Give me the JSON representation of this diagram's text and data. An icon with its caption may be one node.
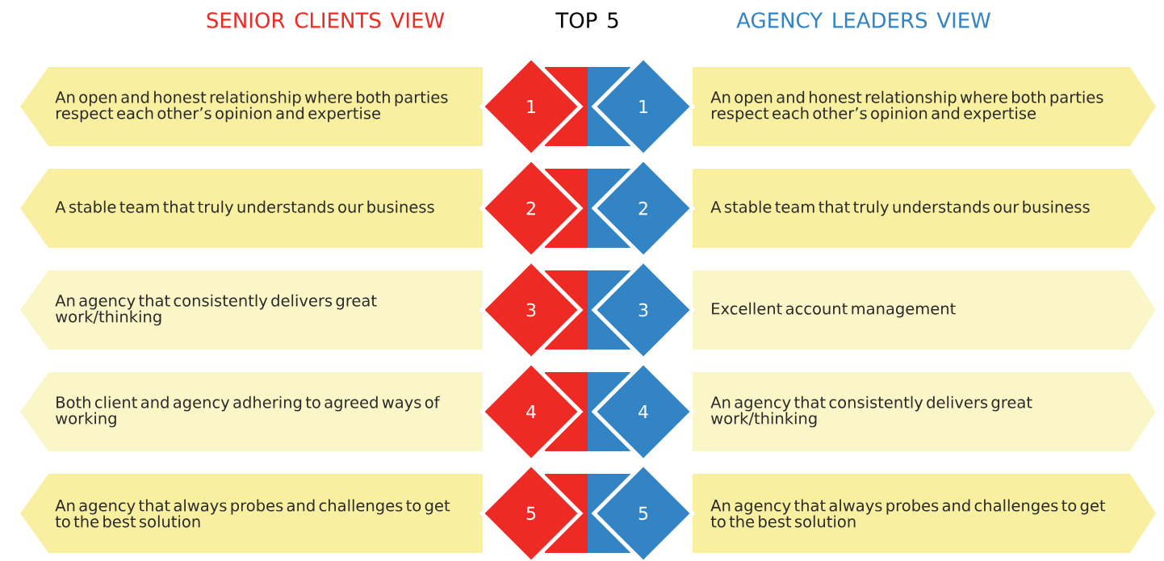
{
  "diagram": {
    "nodes": [
      {
        "text": [
          "An open and honest relationship where both parties respect each other’s opinion and expertise"
        ]
      },
      {
        "text": [
          "1"
        ]
      },
      {
        "text": [
          "1"
        ]
      },
      {
        "text": [
          "An open and honest relationship where both parties respect each other’s opinion and expertise"
        ]
      },
      {
        "text": [
          "A stable team that truly understands our business"
        ]
      },
      {
        "text": [
          "2"
        ]
      },
      {
        "text": [
          "2"
        ]
      },
      {
        "text": [
          "A stable team that truly understands our business"
        ]
      },
      {
        "text": [
          "An agency that consistently delivers great work/thinking"
        ]
      },
      {
        "text": [
          "3"
        ]
      },
      {
        "text": [
          "3"
        ]
      },
      {
        "text": [
          "Excellent account management"
        ]
      },
      {
        "text": [
          "Both client and agency adhering to agreed ways of working"
        ]
      },
      {
        "text": [
          "4"
        ]
      },
      {
        "text": [
          "4"
        ]
      },
      {
        "text": [
          "An agency that consistently delivers great work/thinking"
        ]
      },
      {
        "text": [
          "An agency that always probes and challenges to get to the best solution"
        ]
      },
      {
        "text": [
          "5"
        ]
      },
      {
        "text": [
          "5"
        ]
      },
      {
        "text": [
          "An agency that always probes and challenges to get to the best solution"
        ]
      }
    ],
    "labels": [
      "SENIOR CLIENTS VIEW",
      "TOP 5",
      "AGENCY LEADERS VIEW"
    ]
  }
}
